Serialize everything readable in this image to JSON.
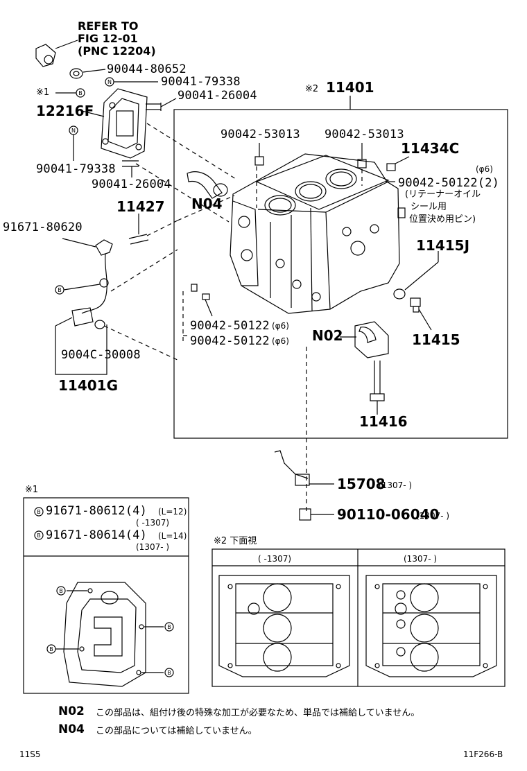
{
  "refer": {
    "line1": "REFER TO",
    "line2": "FIG 12-01",
    "line3": "(PNC 12204)"
  },
  "parts": {
    "p90044_80652": "90044-80652",
    "p90041_79338_top": "90041-79338",
    "p90041_26004_top": "90041-26004",
    "ref_mark1": "※1",
    "p12216F": "12216F",
    "p90041_79338_bot": "90041-79338",
    "p90041_26004_bot": "90041-26004",
    "p11427": "11427",
    "p91671_80620": "91671-80620",
    "p9004C_30008": "9004C-30008",
    "p11401G": "11401G",
    "ref_mark2": "※2",
    "p11401": "11401",
    "p90042_53013_a": "90042-53013",
    "p90042_53013_b": "90042-53013",
    "p11434C": "11434C",
    "phi6_top": "(φ6)",
    "p90042_50122_2": "90042-50122(2)",
    "jp_retainer_1": "(リテーナーオイル",
    "jp_retainer_2": "シール用",
    "jp_retainer_3": "位置決め用ピン)",
    "pN04": "N04",
    "p11415J": "11415J",
    "p11415": "11415",
    "p90042_50122_a": "90042-50122",
    "phi6_a": "(φ6)",
    "p90042_50122_b": "90042-50122",
    "phi6_b": "(φ6)",
    "pN02": "N02",
    "p11416": "11416",
    "p15708": "15708",
    "p15708_range": "(1307-     )",
    "p90110_06040": "90110-06040",
    "p90110_range": "(1307-     )"
  },
  "inset1": {
    "mark": "※1",
    "row1_part": "91671-80612(4)",
    "row1_len": "(L=12)",
    "row1_range": "(     -1307)",
    "row2_part": "91671-80614(4)",
    "row2_len": "(L=14)",
    "row2_range": "(1307-     )",
    "b_letter": "B"
  },
  "inset2": {
    "title": "※2  下面視",
    "col1": "(     -1307)",
    "col2": "(1307-     )"
  },
  "notes": [
    {
      "code": "N02",
      "text": "この部品は、組付け後の特殊な加工が必要なため、単品では補給していません。"
    },
    {
      "code": "N04",
      "text": "この部品については補給していません。"
    }
  ],
  "footer": {
    "left": "11S5",
    "right": "11F266-B"
  },
  "markers": {
    "b": "B",
    "n": "N"
  }
}
